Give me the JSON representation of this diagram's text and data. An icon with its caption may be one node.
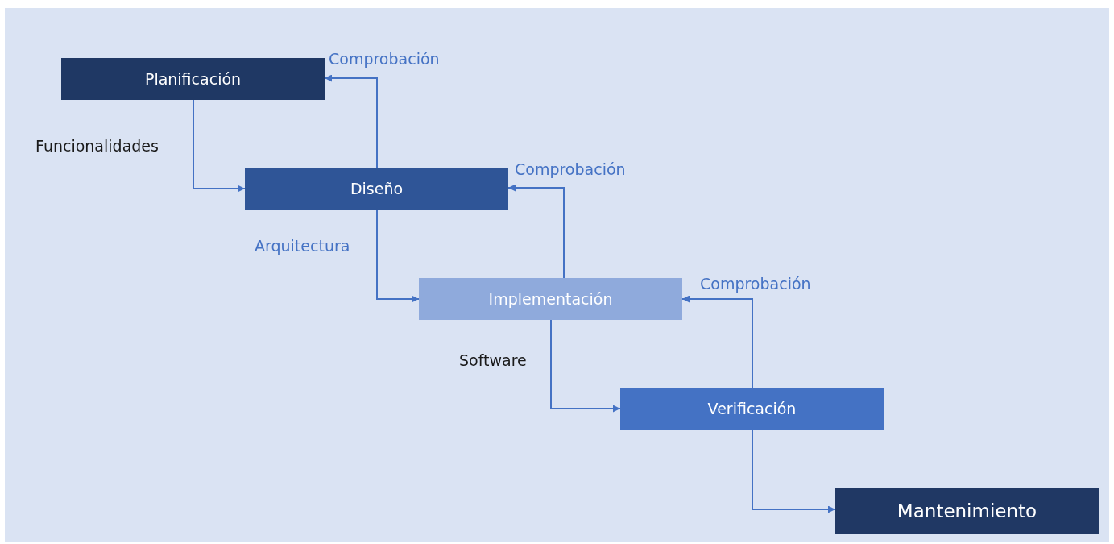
{
  "diagram": {
    "nodes": [
      {
        "text": [
          "Planificación"
        ]
      },
      {
        "text": [
          "Diseño"
        ]
      },
      {
        "text": [
          "Implementación"
        ]
      },
      {
        "text": [
          "Verificación"
        ]
      },
      {
        "text": [
          "Mantenimiento"
        ]
      }
    ],
    "edges": [
      {
        "from": 0,
        "to": 1,
        "arrow": "to",
        "label": "Funcionalidades"
      },
      {
        "from": 1,
        "to": 0,
        "arrow": "to",
        "label": "Comprobación"
      },
      {
        "from": 1,
        "to": 2,
        "arrow": "to",
        "label": "Arquitectura"
      },
      {
        "from": 2,
        "to": 1,
        "arrow": "to",
        "label": "Comprobación"
      },
      {
        "from": 2,
        "to": 3,
        "arrow": "to",
        "label": "Software"
      },
      {
        "from": 3,
        "to": 2,
        "arrow": "to",
        "label": "Comprobación"
      },
      {
        "from": 3,
        "to": 4,
        "arrow": "to"
      }
    ]
  }
}
